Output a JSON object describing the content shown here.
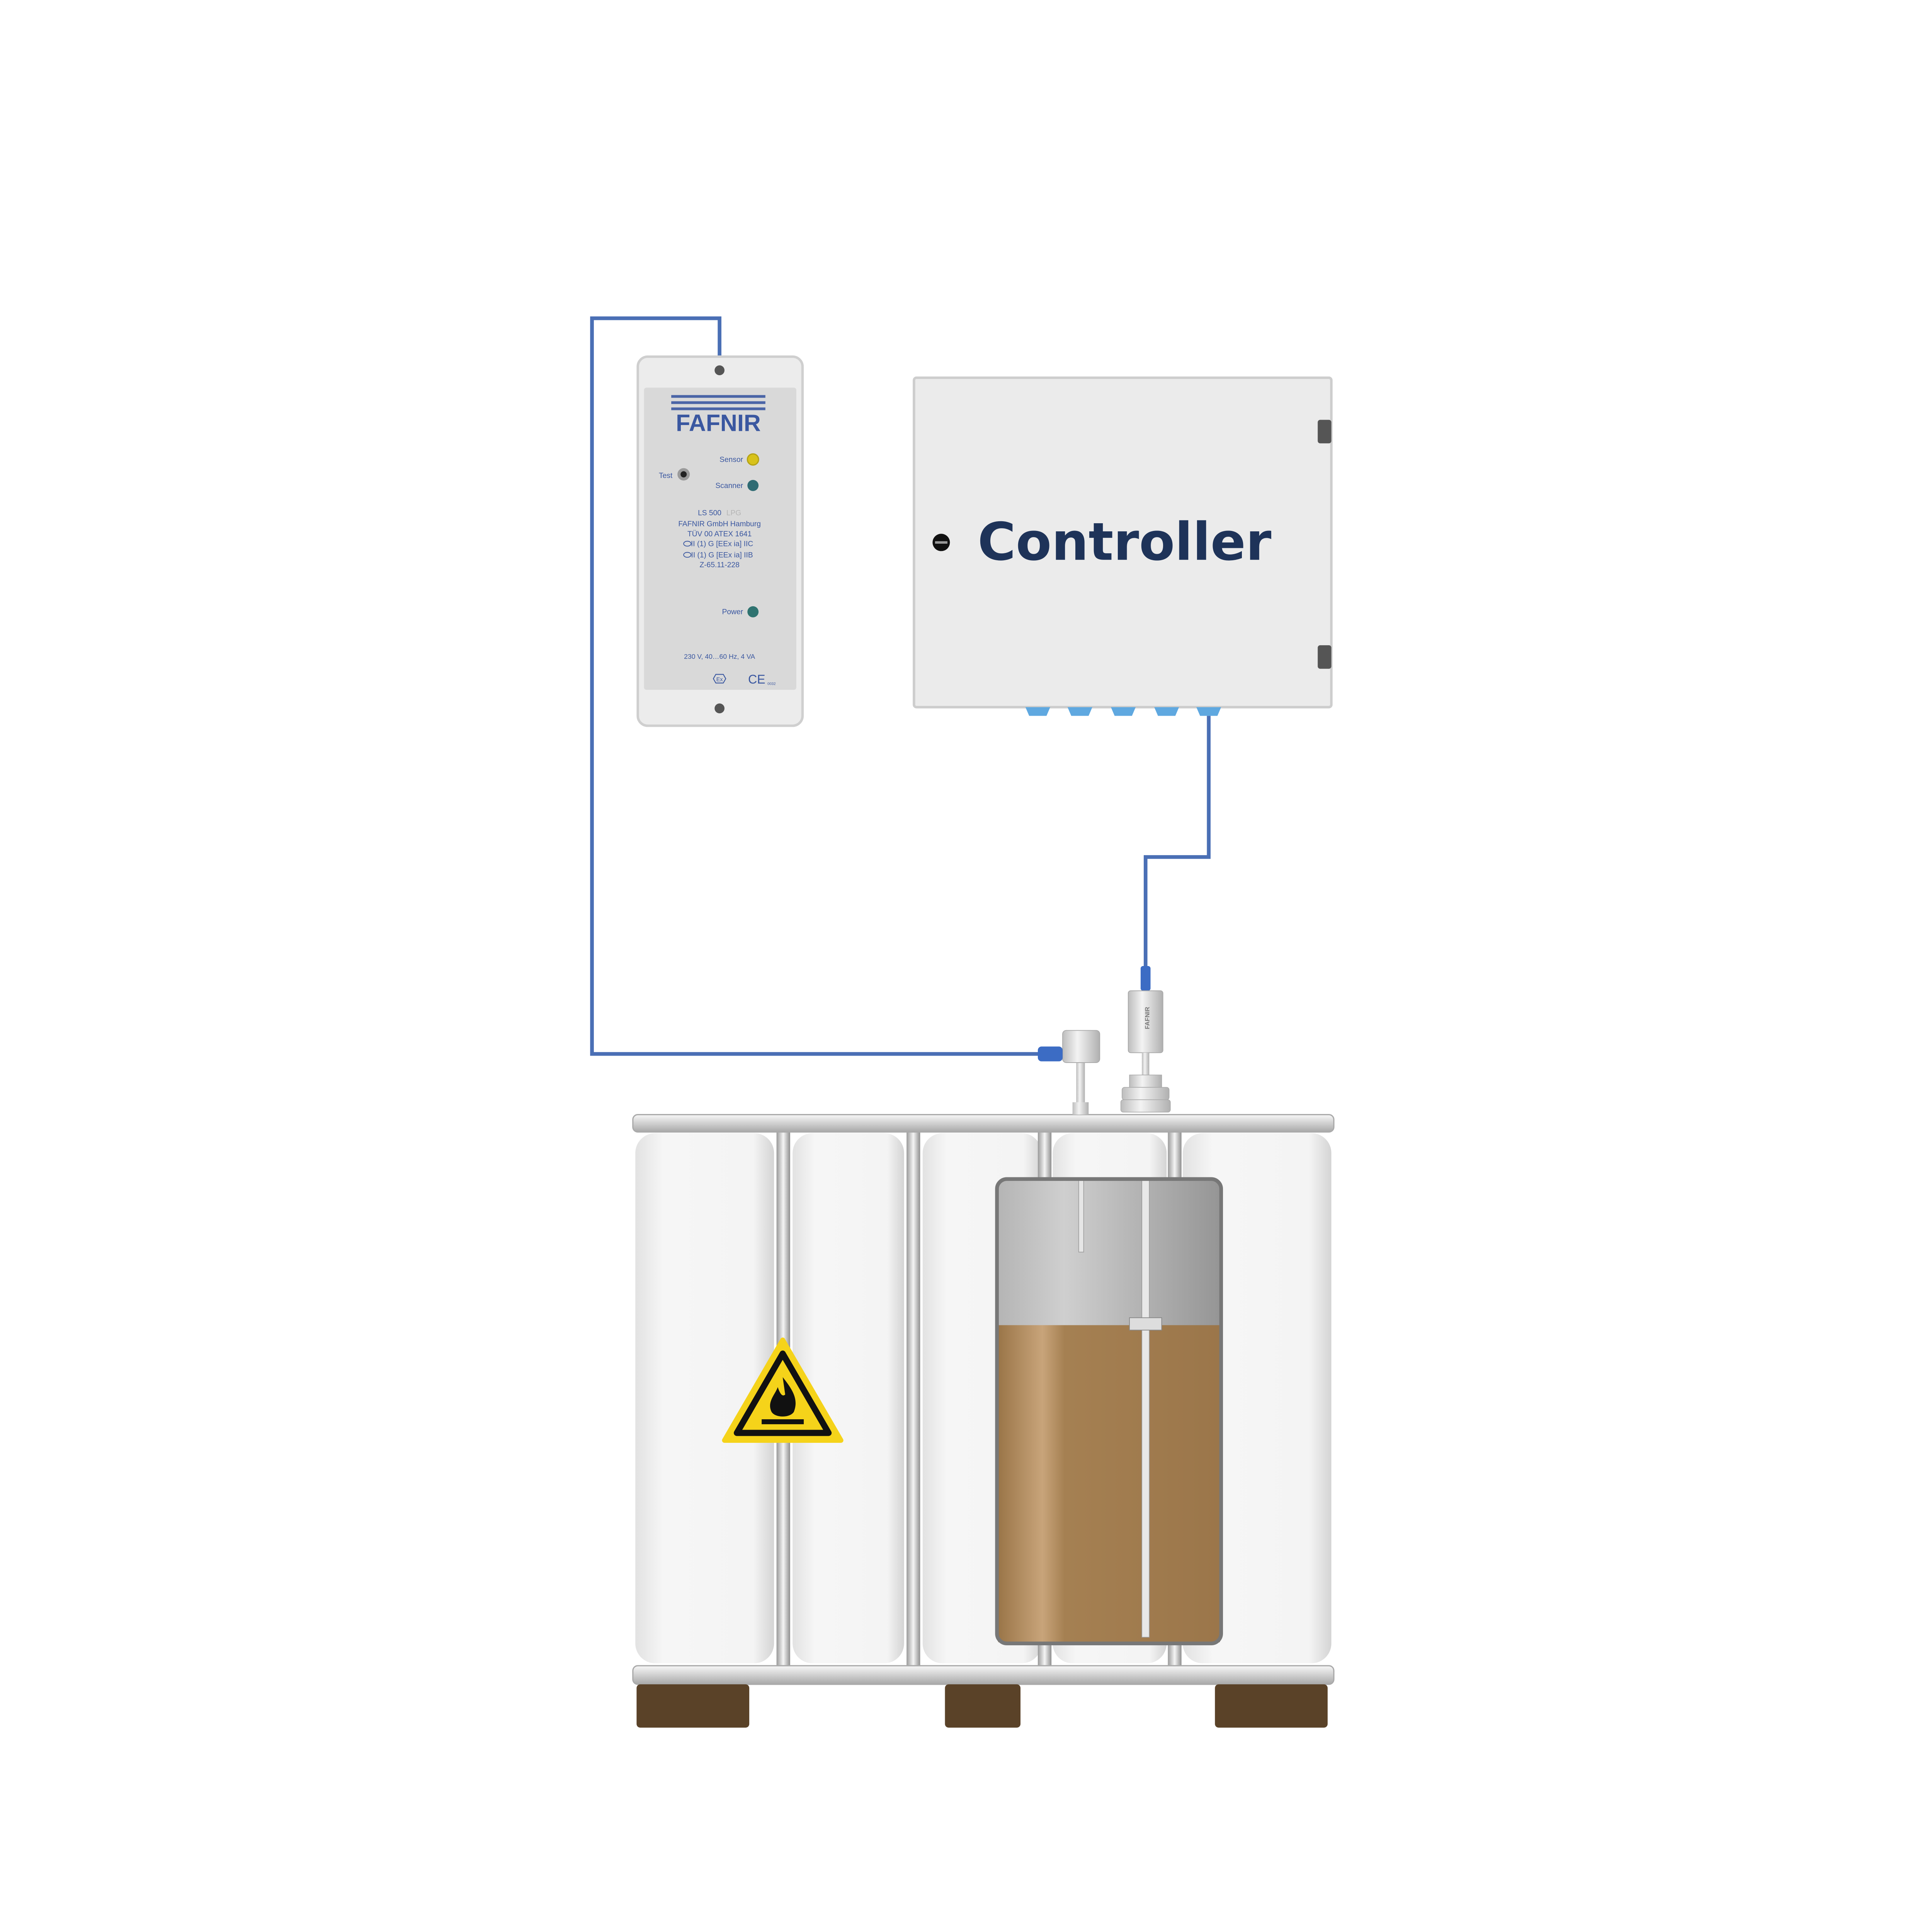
{
  "device": {
    "logo": "FAFNIR",
    "sensor_label": "Sensor",
    "test_label": "Test",
    "scanner_label": "Scanner",
    "model": "LS 500",
    "model_variant": "LPG",
    "manufacturer": "FAFNIR GmbH Hamburg",
    "certificate": "TÜV 00 ATEX 1641",
    "marking_1": "II (1) G [EEx ia] IIC",
    "marking_2": "II (1) G [EEx ia] IIB",
    "approval": "Z-65.11-228",
    "power_label": "Power",
    "rating": "230 V, 40…60 Hz, 4 VA",
    "ex_mark": "Ex",
    "ce_mark": "CE",
    "ce_number": "0032",
    "led_colors": {
      "sensor": "#d8c21a",
      "scanner": "#2f6b73",
      "power": "#2f7370"
    }
  },
  "controller": {
    "label": "Controller"
  },
  "probe": {
    "brand": "FAFNIR"
  },
  "tank": {
    "fill_level_percent": 69,
    "liquid_color": "#a58052"
  },
  "colors": {
    "cable": "#4a6fb5",
    "brand_blue": "#4a64a6",
    "controller_text": "#1e3359",
    "warning_yellow": "#f5d31a"
  }
}
